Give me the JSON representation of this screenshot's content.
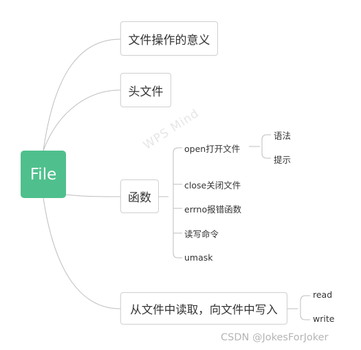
{
  "root": {
    "label": "File",
    "color": "#4fc08d"
  },
  "branches": [
    "文件操作的意义",
    "头文件",
    "函数",
    "从文件中读取，向文件中写入"
  ],
  "function_items": [
    "open打开文件",
    "close关闭文件",
    "errno报错函数",
    "读写命令",
    "umask"
  ],
  "open_items": [
    "语法",
    "提示"
  ],
  "rw_items": [
    "read",
    "write"
  ],
  "watermark": "WPS Mind",
  "footer": "CSDN @JokesForJoker",
  "line_color": "#bdbdbd"
}
